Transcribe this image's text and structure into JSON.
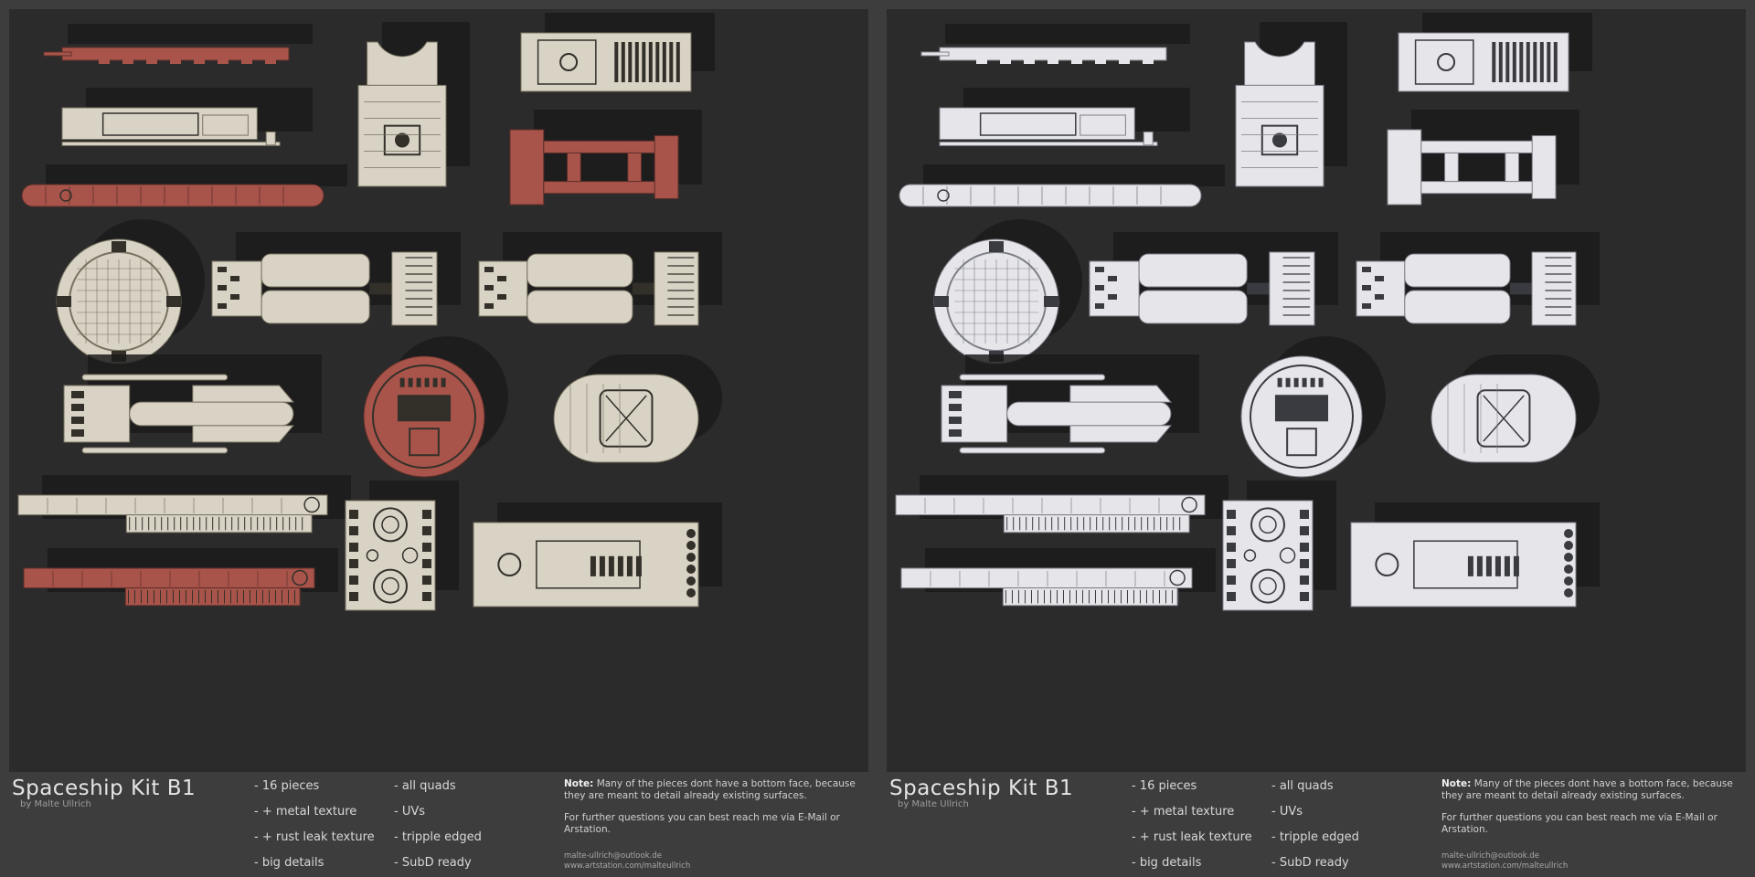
{
  "title": "Spaceship Kit B1",
  "byline": "by Malte Ullrich",
  "features_col1": [
    "- 16 pieces",
    "- + metal texture",
    "- + rust leak texture",
    "- big details"
  ],
  "features_col2": [
    "- all quads",
    "- UVs",
    "- tripple edged",
    "- SubD ready"
  ],
  "note_label": "Note:",
  "note_text": "Many of the pieces dont have a bottom face, because they are meant to detail already existing surfaces.",
  "questions_text": "For further questions you can best reach me via E-Mail or Arstation.",
  "email": "malte-ullrich@outlook.de",
  "website": "www.artstation.com/malteullrich",
  "colors": {
    "background": "#2b2b2b",
    "footer": "#3d3d3d",
    "metal": "#d9d3c6",
    "rust": "#a8544a",
    "wireframe": "#e6e6ea",
    "shadow": "#1b1b1b"
  },
  "panels": [
    {
      "variant": "textured"
    },
    {
      "variant": "wireframe"
    }
  ]
}
